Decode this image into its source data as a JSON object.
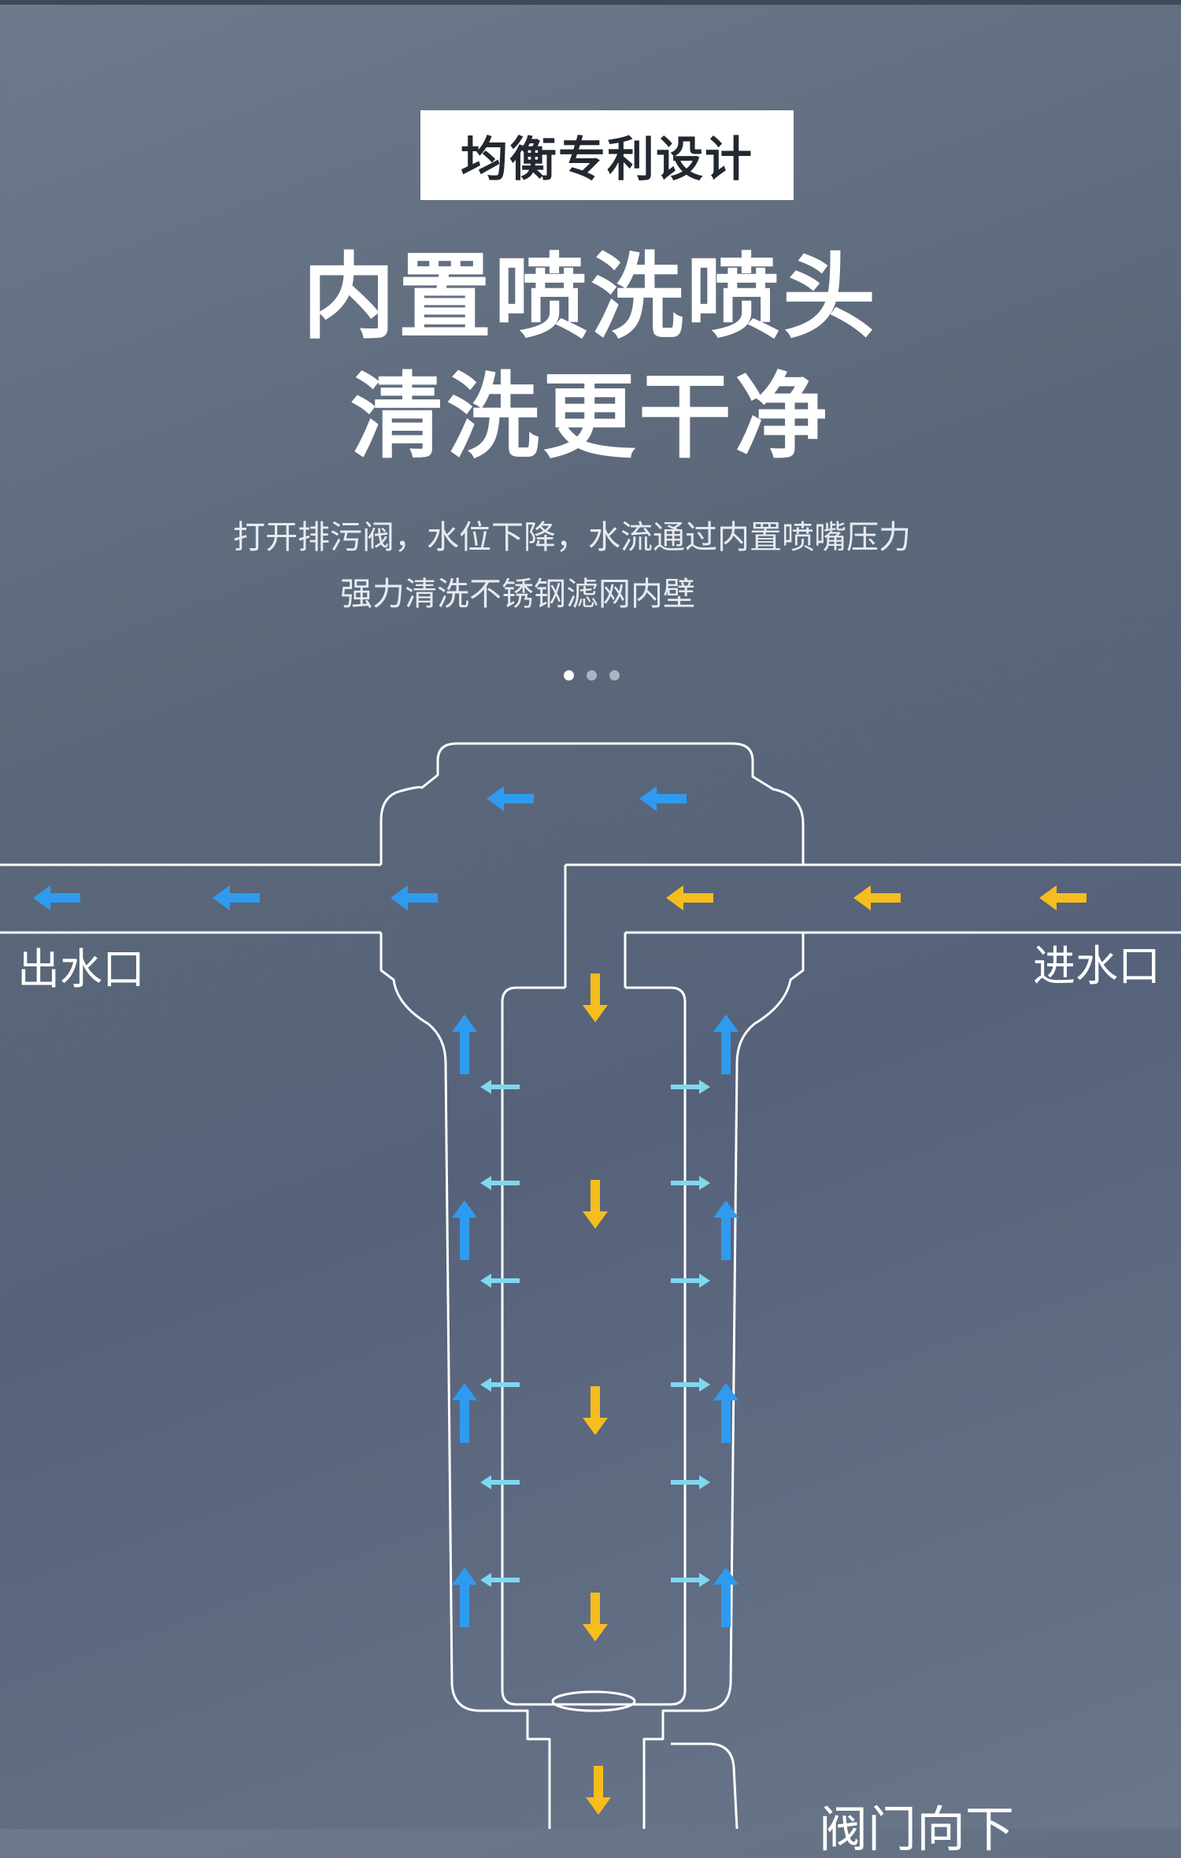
{
  "badge": "均衡专利设计",
  "headline": [
    "内置喷洗喷头",
    "清洗更干净"
  ],
  "description": [
    "打开排污阀，水位下降，水流通过内置喷嘴压力",
    "强力清洗不锈钢滤网内壁"
  ],
  "carousel": {
    "total": 3,
    "active": 1
  },
  "diagram": {
    "outlet_label": "出水口",
    "inlet_label": "进水口",
    "valve_label": "阀门向下",
    "flow_colors": {
      "inflow": "#f7bd1e",
      "outflow": "#2f9bf0",
      "through_mesh": "#7fd8f0",
      "outline": "#ffffff"
    },
    "icons": [
      "arrow-left-icon",
      "arrow-down-icon",
      "arrow-up-icon",
      "arrow-right-icon"
    ]
  }
}
